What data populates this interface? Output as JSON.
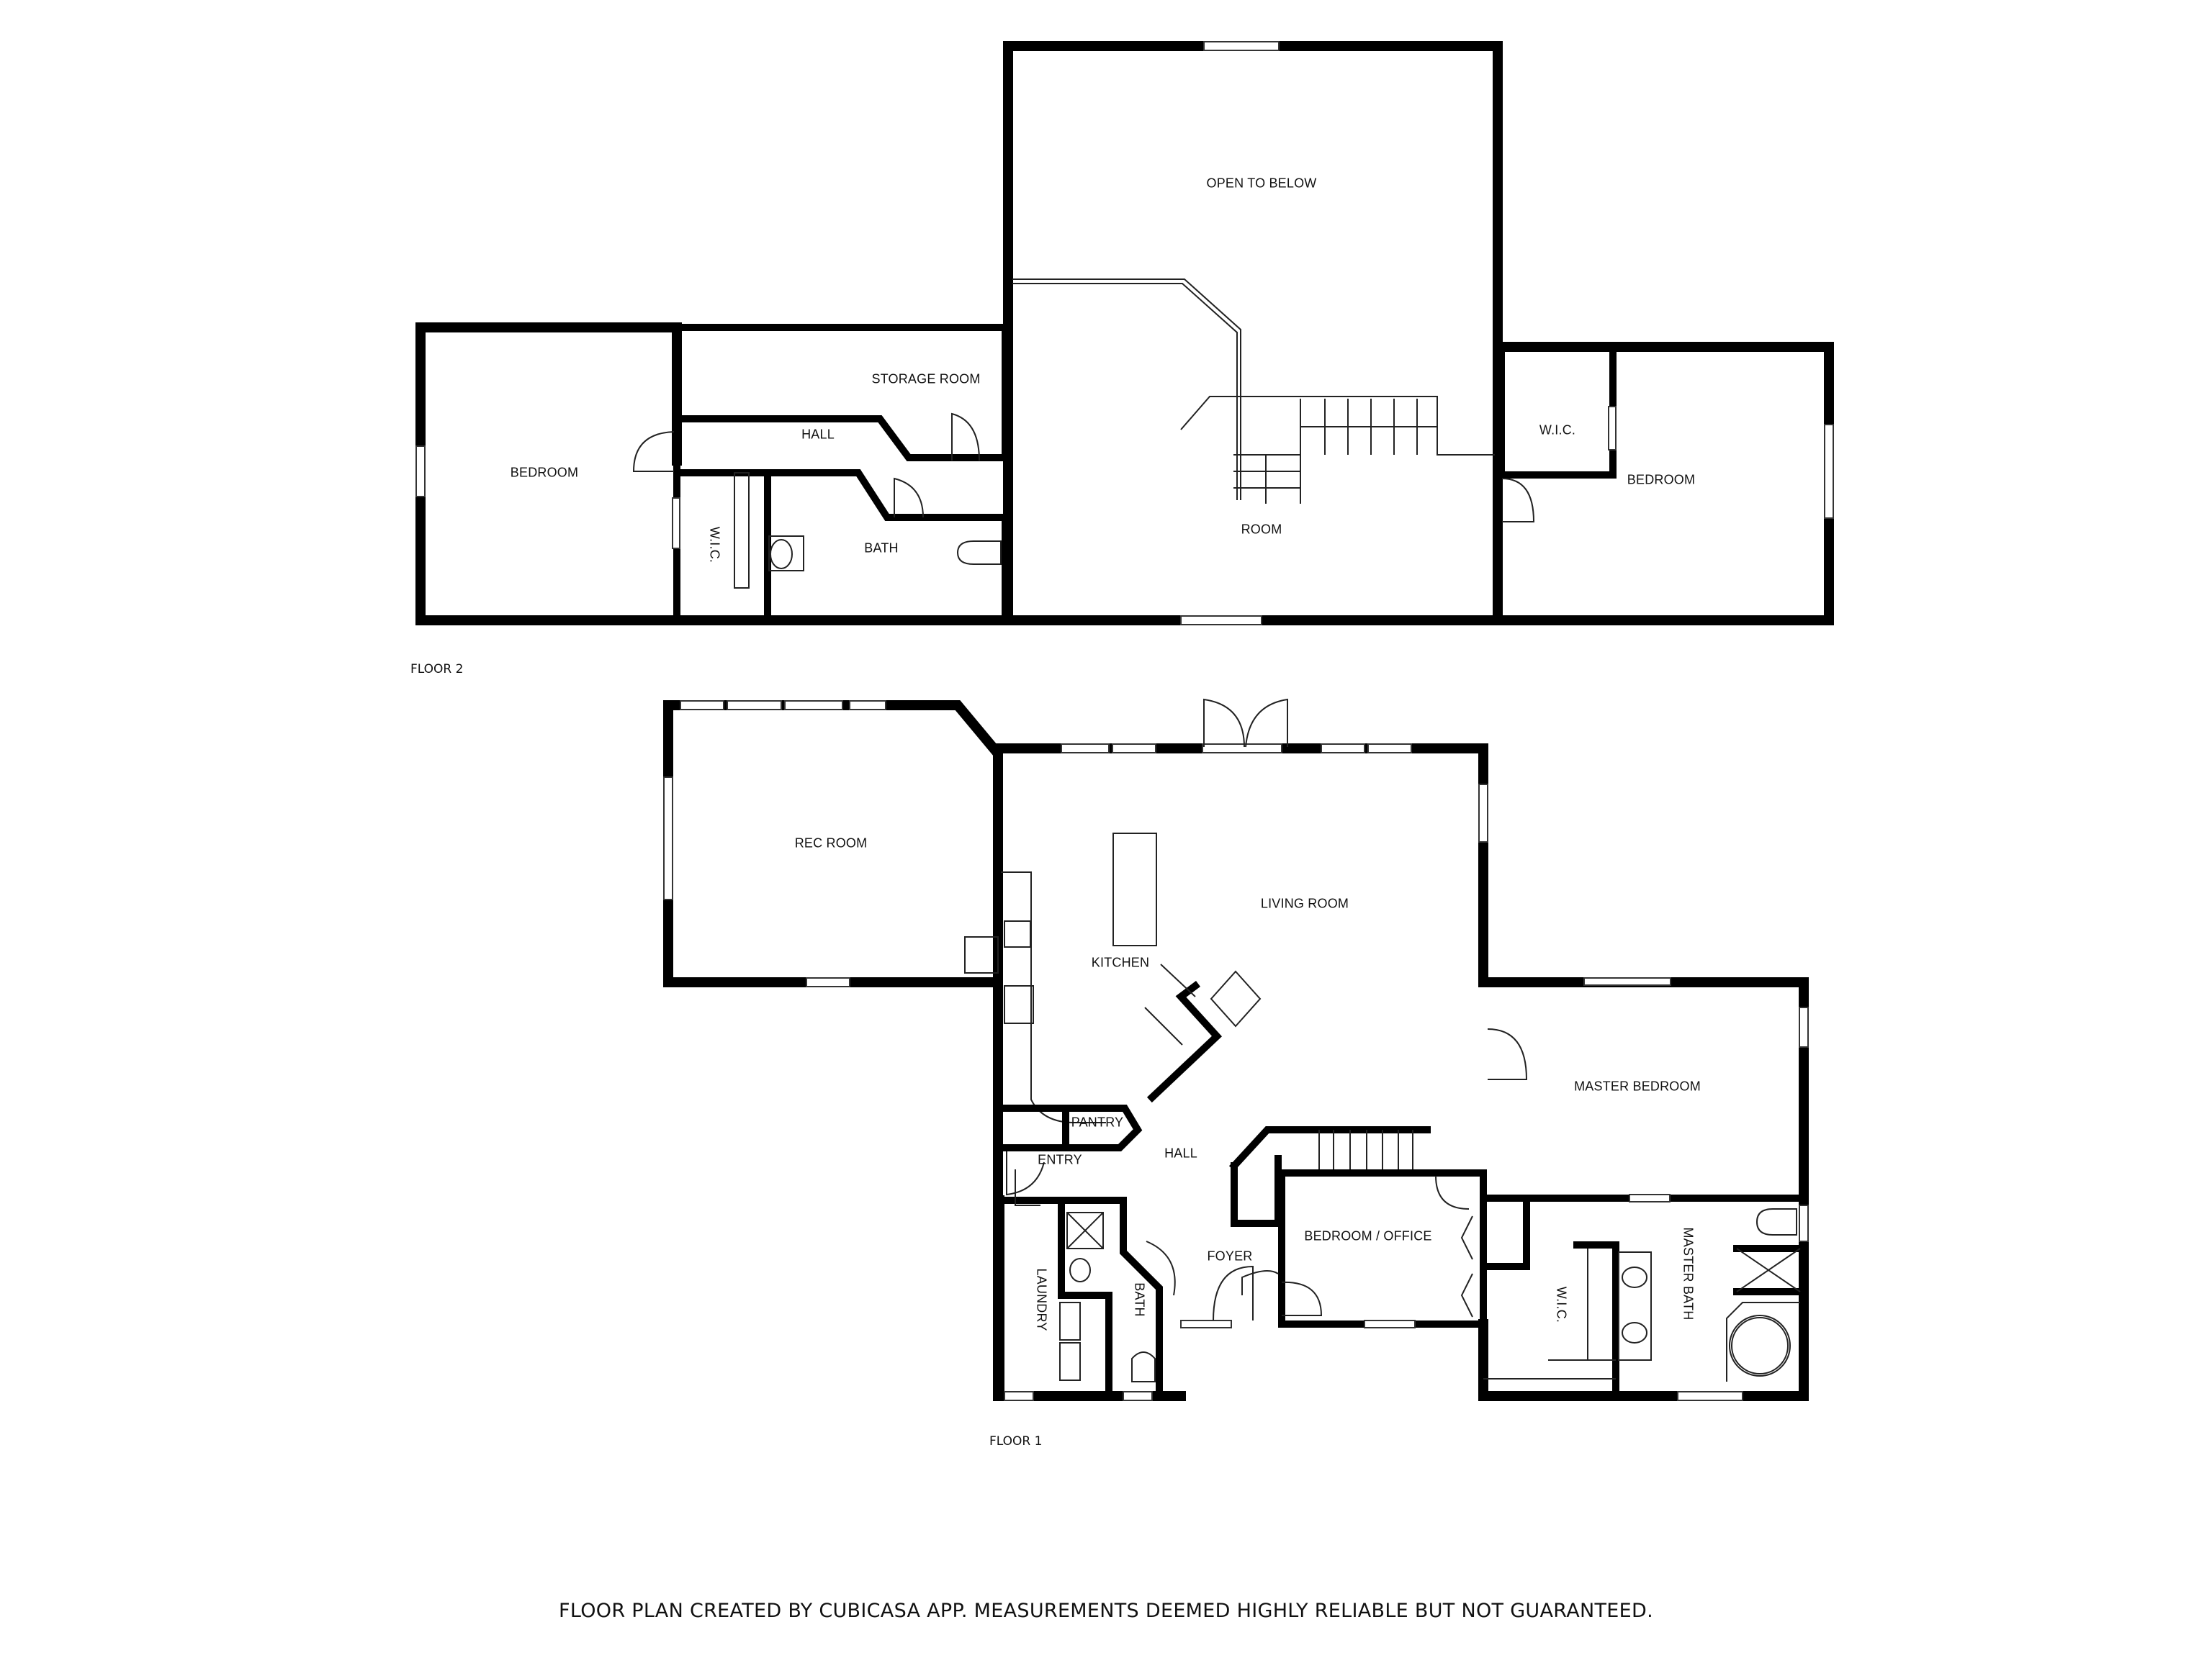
{
  "floor2": {
    "label": "FLOOR 2",
    "rooms": {
      "bedroom_west": "BEDROOM",
      "storage_room": "STORAGE ROOM",
      "hall": "HALL",
      "wic_west": "W.I.C.",
      "bath": "BATH",
      "open_to_below": "OPEN TO BELOW",
      "room": "ROOM",
      "wic_east": "W.I.C.",
      "bedroom_east": "BEDROOM"
    }
  },
  "floor1": {
    "label": "FLOOR 1",
    "rooms": {
      "rec_room": "REC ROOM",
      "living_room": "LIVING ROOM",
      "kitchen": "KITCHEN",
      "pantry": "PANTRY",
      "entry": "ENTRY",
      "hall": "HALL",
      "laundry": "LAUNDRY",
      "bath": "BATH",
      "foyer": "FOYER",
      "bedroom_office": "BEDROOM / OFFICE",
      "master_bedroom": "MASTER BEDROOM",
      "wic": "W.I.C.",
      "master_bath": "MASTER BATH"
    }
  },
  "footer": {
    "disclaimer": "FLOOR PLAN CREATED BY CUBICASA APP. MEASUREMENTS DEEMED HIGHLY RELIABLE BUT NOT GUARANTEED."
  },
  "colors": {
    "wall": "#000000",
    "background": "#ffffff"
  }
}
